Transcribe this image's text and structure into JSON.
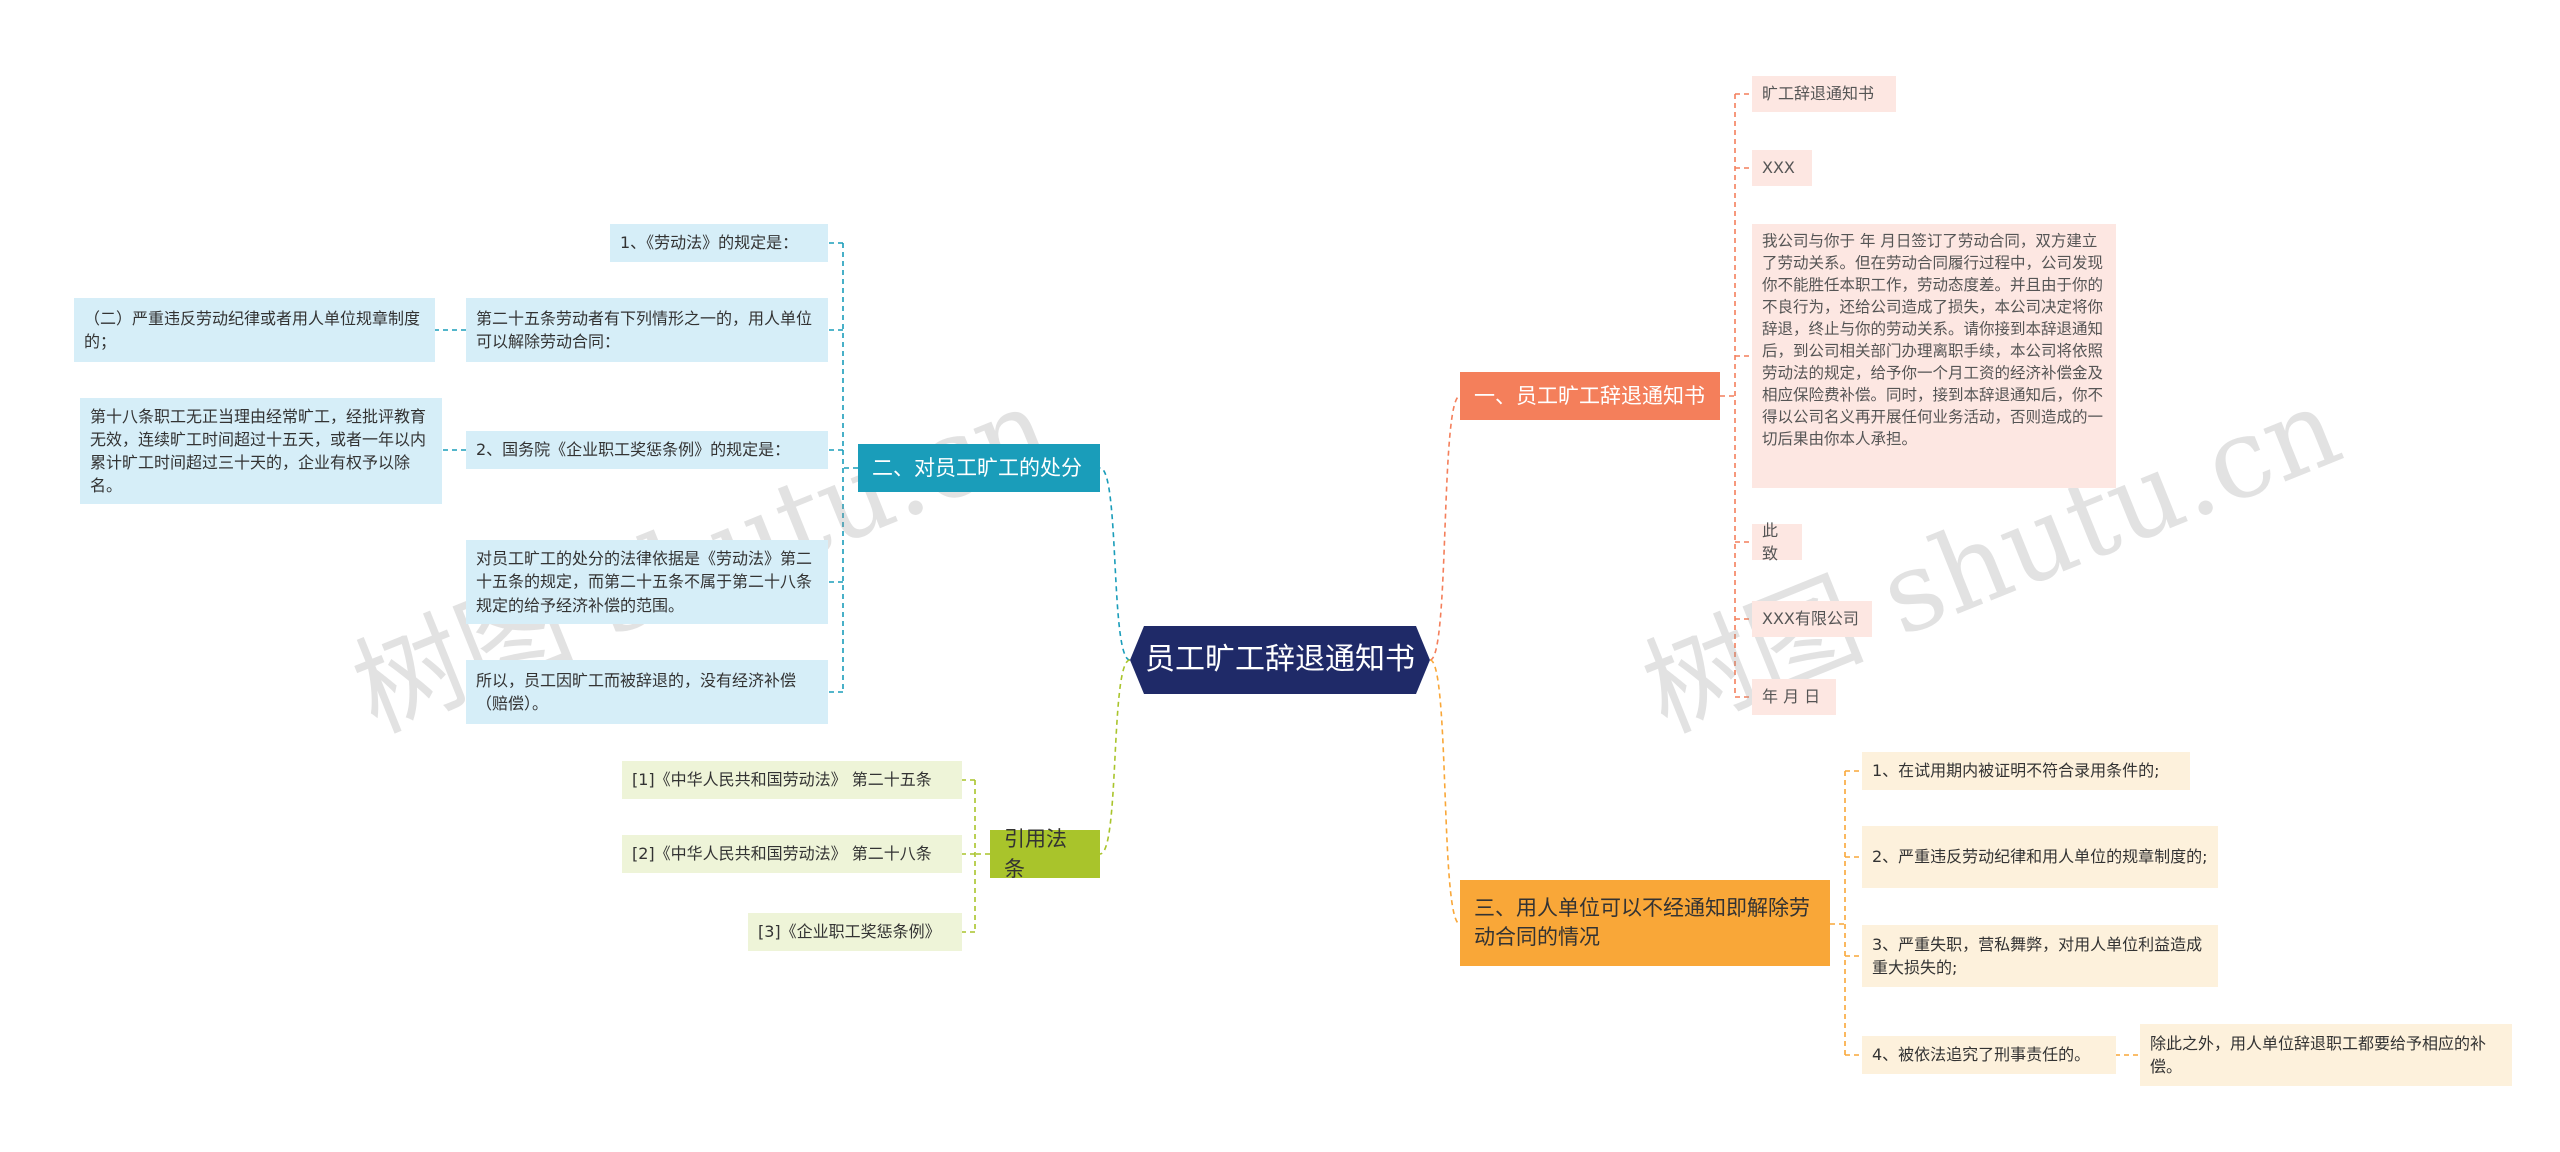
{
  "center": {
    "title": "员工旷工辞退通知书"
  },
  "watermark": {
    "text": "树图 shutu.cn"
  },
  "right": {
    "branch1": {
      "label": "一、员工旷工辞退通知书",
      "items": [
        "旷工辞退通知书",
        "XXX",
        "我公司与你于 年 月日签订了劳动合同，双方建立了劳动关系。但在劳动合同履行过程中，公司发现你不能胜任本职工作，劳动态度差。并且由于你的不良行为，还给公司造成了损失，本公司决定将你辞退，终止与你的劳动关系。请你接到本辞退通知后，到公司相关部门办理离职手续，本公司将依照劳动法的规定，给予你一个月工资的经济补偿金及相应保险费补偿。同时，接到本辞退通知后，你不得以公司名义再开展任何业务活动，否则造成的一切后果由你本人承担。",
        "此致",
        "XXX有限公司",
        "年 月 日"
      ]
    },
    "branch3": {
      "label": "三、用人单位可以不经通知即解除劳动合同的情况",
      "items": [
        "1、在试用期内被证明不符合录用条件的;",
        "2、严重违反劳动纪律和用人单位的规章制度的;",
        "3、严重失职，营私舞弊，对用人单位利益造成重大损失的;",
        "4、被依法追究了刑事责任的。"
      ],
      "sub": "除此之外，用人单位辞退职工都要给予相应的补偿。"
    }
  },
  "left": {
    "branch2": {
      "label": "二、对员工旷工的处分",
      "items": [
        "1、《劳动法》的规定是：",
        "第二十五条劳动者有下列情形之一的，用人单位可以解除劳动合同：",
        "2、国务院《企业职工奖惩条例》的规定是：",
        "对员工旷工的处分的法律依据是《劳动法》第二十五条的规定，而第二十五条不属于第二十八条规定的给予经济补偿的范围。",
        "所以，员工因旷工而被辞退的，没有经济补偿（赔偿）。"
      ],
      "sub1": "（二）严重违反劳动纪律或者用人单位规章制度的；",
      "sub2": "第十八条职工无正当理由经常旷工，经批评教育无效，连续旷工时间超过十五天，或者一年以内累计旷工时间超过三十天的，企业有权予以除名。"
    },
    "branch4": {
      "label": "引用法条",
      "items": [
        "[1]《中华人民共和国劳动法》 第二十五条",
        "[2]《中华人民共和国劳动法》 第二十八条",
        "[3]《企业职工奖惩条例》"
      ]
    }
  },
  "colors": {
    "center": "#1f2a68",
    "branch1": "#f47f5b",
    "branch2": "#1a9dba",
    "branch3": "#f9a738",
    "branch4": "#a9c42b"
  }
}
